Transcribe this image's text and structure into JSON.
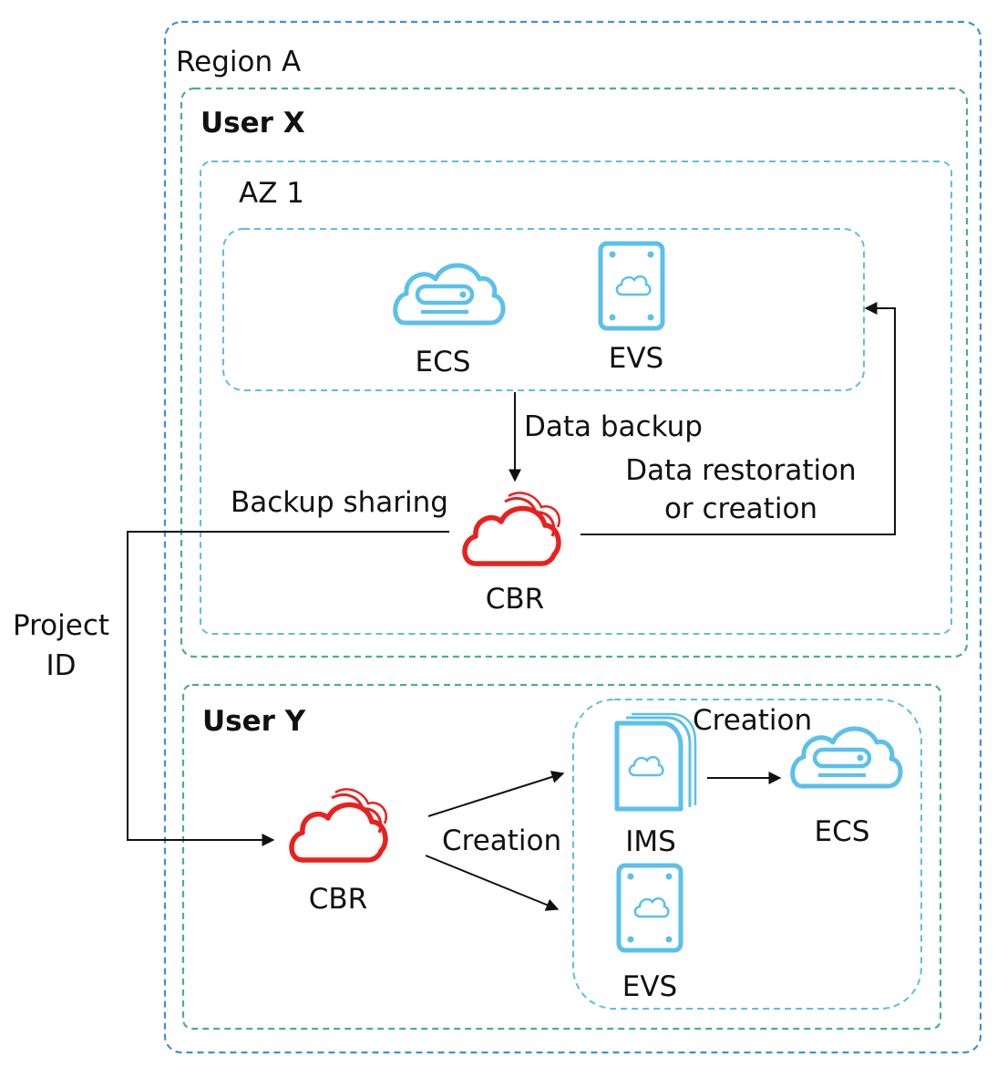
{
  "containers": {
    "region": {
      "label": "Region A",
      "color": "#3d8fe0"
    },
    "user_x": {
      "label": "User X",
      "color": "#4cae8d"
    },
    "az": {
      "label": "AZ 1",
      "color": "#5fbde0"
    },
    "resources_x": {
      "label": "",
      "color": "#5fbde0"
    },
    "user_y": {
      "label": "User Y",
      "color": "#4cae8d"
    },
    "resources_y": {
      "label": "",
      "color": "#5fbde0"
    }
  },
  "nodes": {
    "ecs_x": {
      "label": "ECS",
      "icon": "ecs-cloud-server-icon"
    },
    "evs_x": {
      "label": "EVS",
      "icon": "evs-disk-icon"
    },
    "cbr_x": {
      "label": "CBR",
      "icon": "cbr-cloud-icon"
    },
    "cbr_y": {
      "label": "CBR",
      "icon": "cbr-cloud-icon"
    },
    "ims_y": {
      "label": "IMS",
      "icon": "ims-image-icon"
    },
    "ecs_y": {
      "label": "ECS",
      "icon": "ecs-cloud-server-icon"
    },
    "evs_y": {
      "label": "EVS",
      "icon": "evs-disk-icon"
    }
  },
  "edges": {
    "data_backup": "Data backup",
    "data_restoration_line1": "Data restoration",
    "data_restoration_line2": "or creation",
    "backup_sharing": "Backup sharing",
    "project_id_line1": "Project",
    "project_id_line2": "ID",
    "creation_left": "Creation",
    "creation_right": "Creation"
  },
  "colors": {
    "service_blue": "#5bc0eb",
    "cbr_red": "#e8211f",
    "arrow": "#111111"
  }
}
